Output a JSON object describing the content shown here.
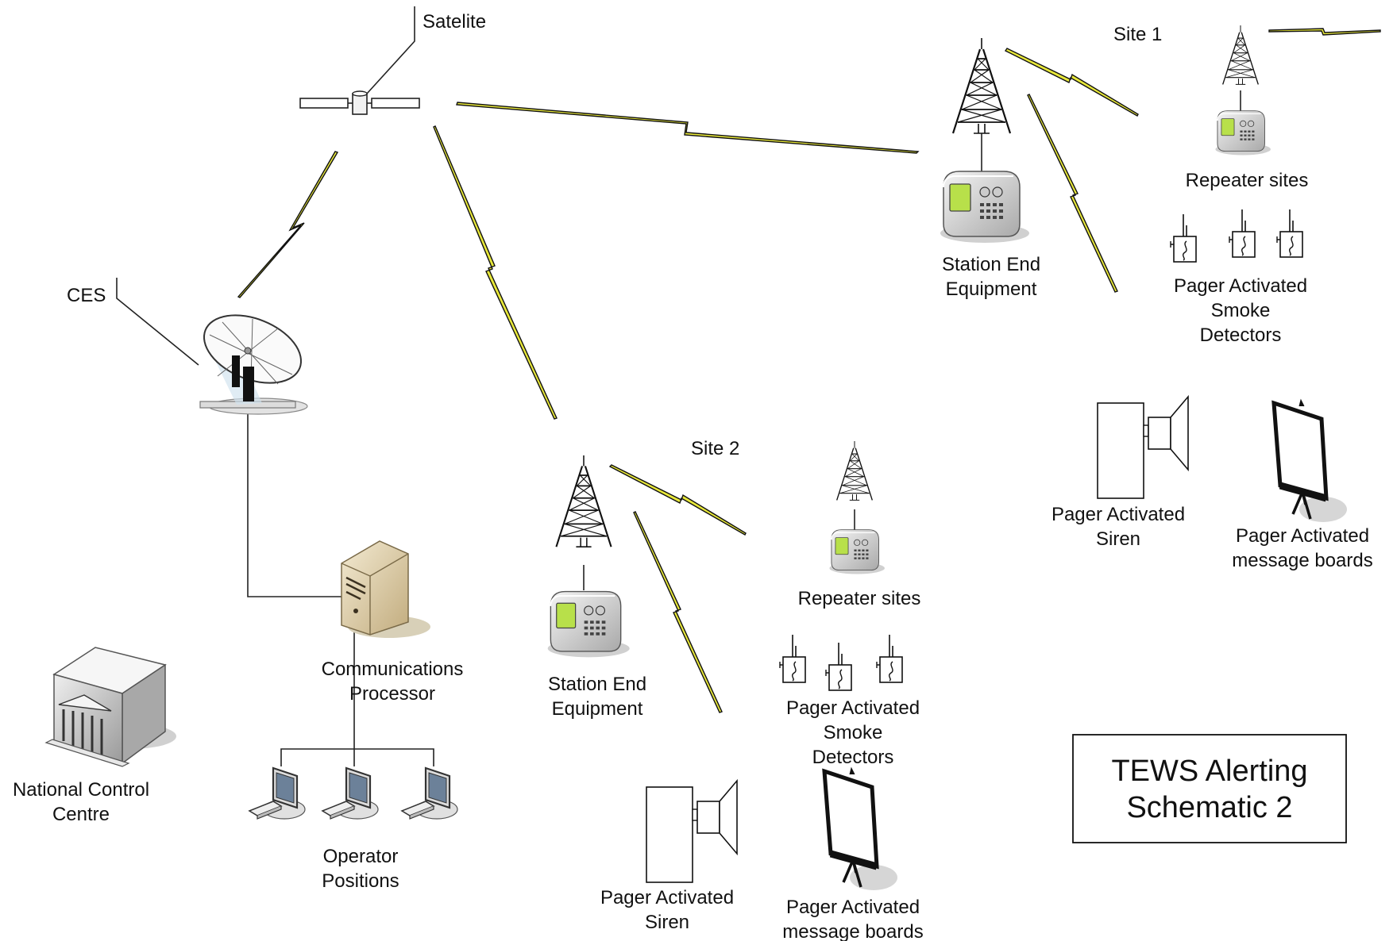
{
  "title": {
    "line1": "TEWS Alerting",
    "line2": "Schematic 2"
  },
  "labels": {
    "satellite": "Satelite",
    "ces": "CES",
    "site1": "Site 1",
    "site2": "Site 2",
    "comms_line1": "Communications",
    "comms_line2": "Processor",
    "ncc_line1": "National Control",
    "ncc_line2": "Centre",
    "operator_line1": "Operator",
    "operator_line2": "Positions",
    "s1_station_line1": "Station End",
    "s1_station_line2": "Equipment",
    "s1_repeater": "Repeater sites",
    "s1_smoke_line1": "Pager Activated",
    "s1_smoke_line2": "Smoke",
    "s1_smoke_line3": "Detectors",
    "s1_siren_line1": "Pager Activated",
    "s1_siren_line2": "Siren",
    "s1_board_line1": "Pager Activated",
    "s1_board_line2": "message boards",
    "s2_station_line1": "Station End",
    "s2_station_line2": "Equipment",
    "s2_repeater": "Repeater sites",
    "s2_smoke_line1": "Pager Activated",
    "s2_smoke_line2": "Smoke",
    "s2_smoke_line3": "Detectors",
    "s2_siren_line1": "Pager Activated",
    "s2_siren_line2": "Siren",
    "s2_board_line1": "Pager Activated",
    "s2_board_line2": "message boards"
  },
  "colors": {
    "bolt": "#e8e83a",
    "line": "#222222",
    "screen": "#b8e04a"
  },
  "icons": {
    "satellite": "satellite-icon",
    "dish": "satellite-dish-icon",
    "tower": "radio-tower-icon",
    "station": "radio-station-icon",
    "server": "server-icon",
    "building": "building-icon",
    "workstation": "computer-workstation-icon",
    "detector": "smoke-detector-icon",
    "siren": "siren-icon",
    "board": "message-board-icon"
  }
}
